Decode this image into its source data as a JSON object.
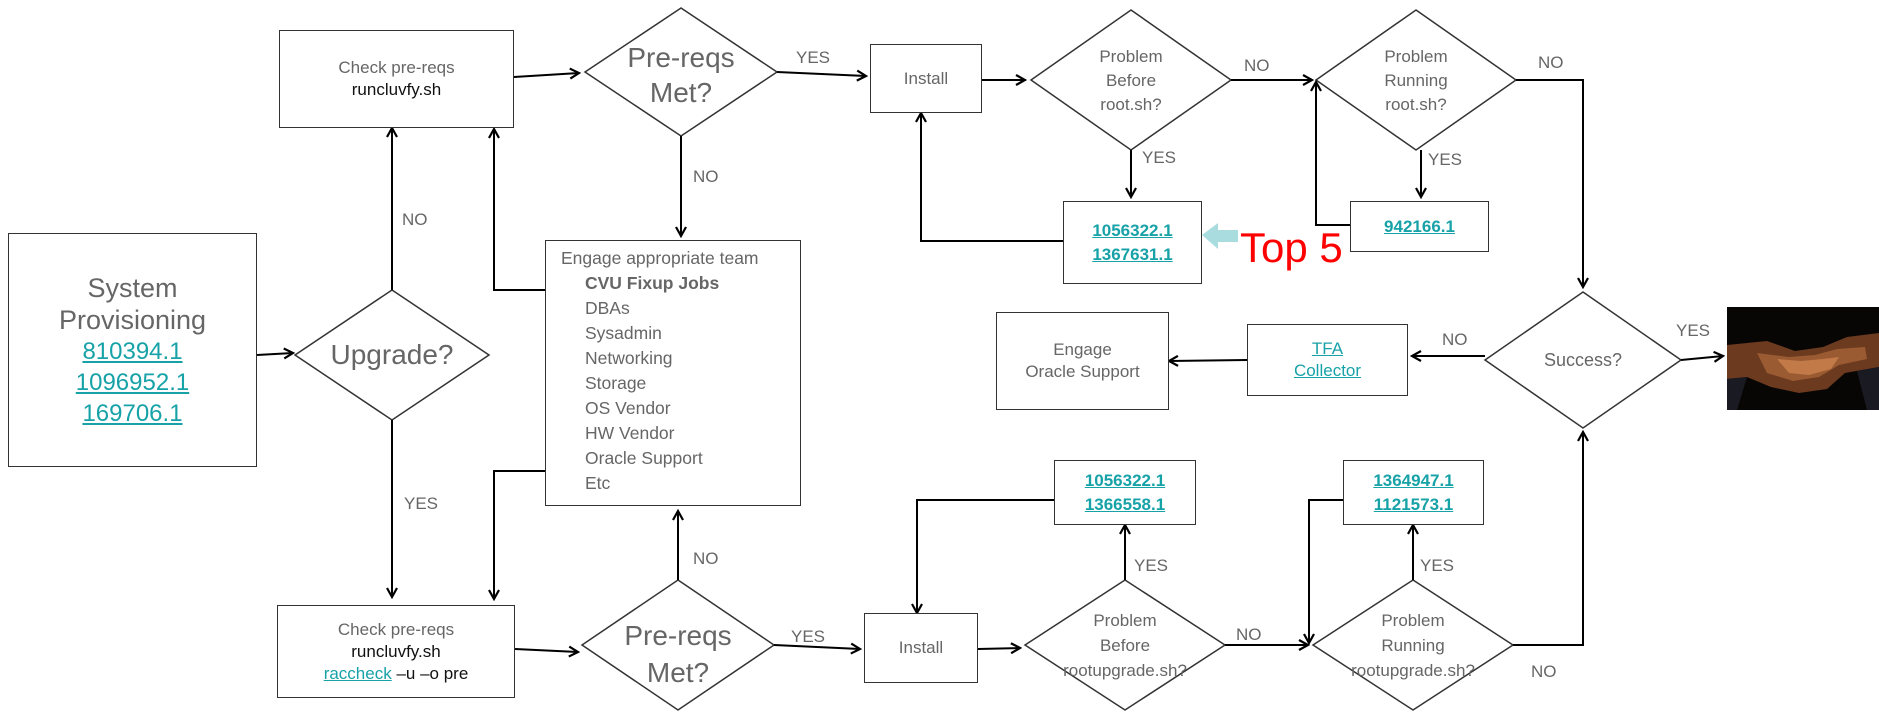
{
  "start": {
    "label_line1": "System",
    "label_line2": "Provisioning",
    "links": [
      "810394.1",
      "1096952.1",
      "169706.1"
    ]
  },
  "upgrade_decision": {
    "label": "Upgrade?"
  },
  "labels": {
    "no": "NO",
    "yes": "YES"
  },
  "top_check": {
    "line1": "Check pre-reqs",
    "line2": "runcluvfy.sh"
  },
  "bottom_check": {
    "line1": "Check pre-reqs",
    "line2": "runcluvfy.sh",
    "raccheck_link": "raccheck",
    "raccheck_args": "–u –o pre"
  },
  "prereqs_decision": {
    "line1": "Pre-reqs",
    "line2": "Met?"
  },
  "install": {
    "label": "Install"
  },
  "problem_before_root": {
    "line1": "Problem",
    "line2": "Before",
    "line3": "root.sh?"
  },
  "problem_running_root": {
    "line1": "Problem",
    "line2": "Running",
    "line3": "root.sh?"
  },
  "problem_before_upgrade": {
    "line1": "Problem",
    "line2": "Before",
    "line3": "rootupgrade.sh?"
  },
  "problem_running_upgrade": {
    "line1": "Problem",
    "line2": "Running",
    "line3": "rootupgrade.sh?"
  },
  "notes": {
    "before_root": [
      "1056322.1",
      "1367631.1"
    ],
    "running_root": [
      "942166.1"
    ],
    "before_upgrade": [
      "1056322.1",
      "1366558.1"
    ],
    "running_upgrade": [
      "1364947.1",
      "1121573.1"
    ]
  },
  "top5": "Top 5",
  "team": {
    "title": "Engage appropriate team",
    "items": [
      "CVU Fixup Jobs",
      "DBAs",
      "Sysadmin",
      "Networking",
      "Storage",
      "OS Vendor",
      "HW Vendor",
      "Oracle Support",
      "Etc"
    ]
  },
  "success": {
    "label": "Success?"
  },
  "tfa": {
    "line1": "TFA",
    "line2": "Collector"
  },
  "engage_support": {
    "line1": "Engage",
    "line2": "Oracle Support"
  },
  "colors": {
    "link": "#17a2a8",
    "top5": "#ff0000",
    "line": "#000000",
    "box_border": "#333333"
  },
  "icons": {
    "handshake": "handshake-image"
  }
}
